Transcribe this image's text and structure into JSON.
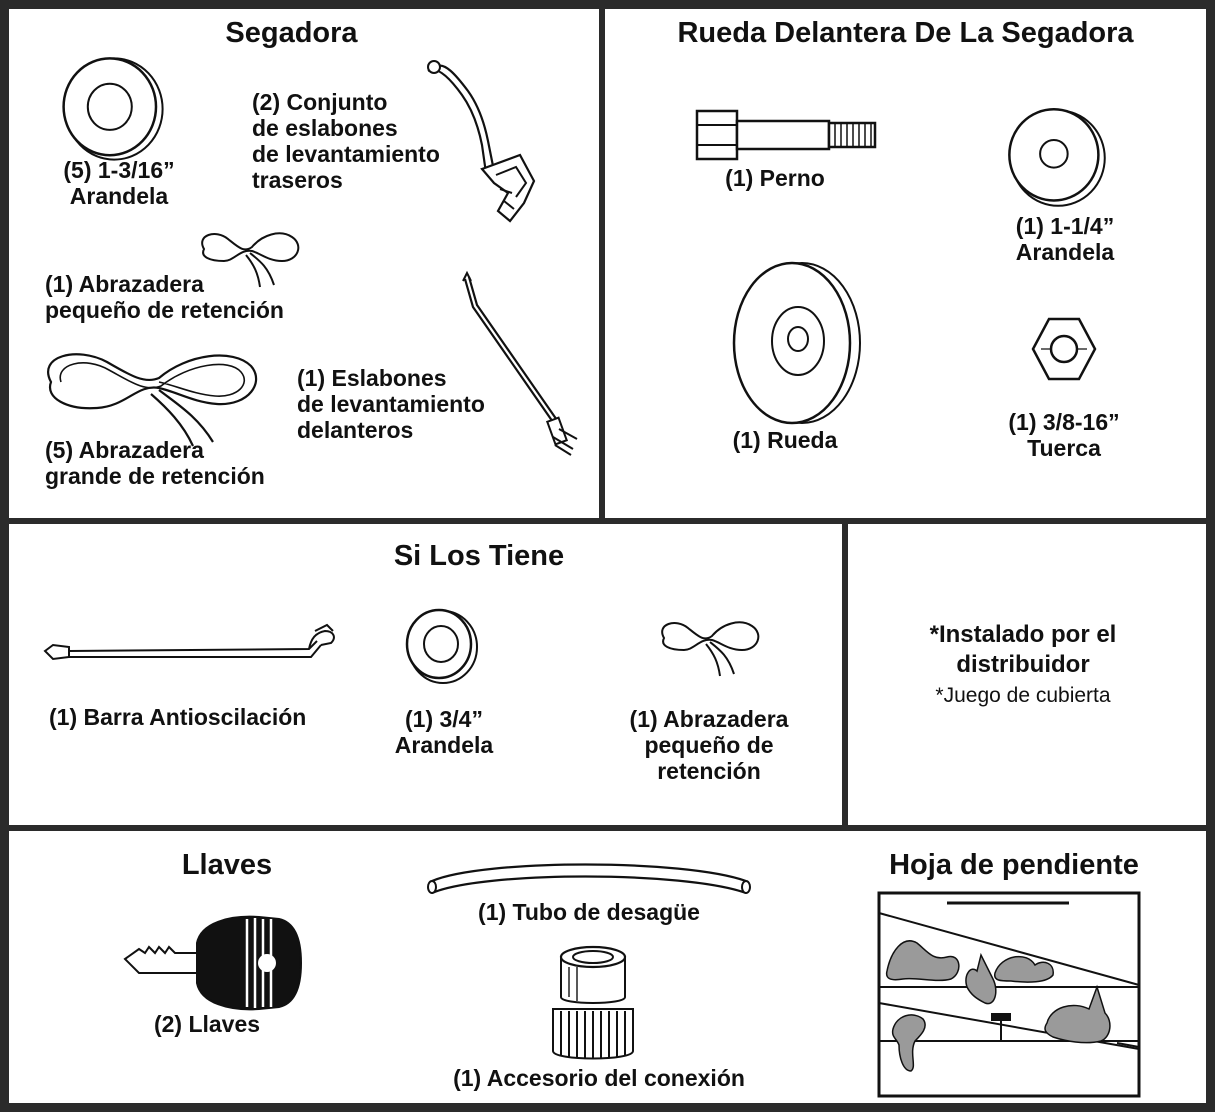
{
  "segadora": {
    "title": "Segadora",
    "washer_label": "(5) 1-3/16”\nArandela",
    "rear_links_label": "(2) Conjunto\n de eslabones\n de levantamiento\n traseros",
    "small_clip_label": "(1) Abrazadera\npequeño de retención",
    "large_clip_label": "(5) Abrazadera\n grande de retención",
    "front_links_label": "(1) Eslabones\n de levantamiento\n delanteros"
  },
  "rueda_delantera": {
    "title": "Rueda Delantera De La Segadora",
    "bolt_label": "(1) Perno",
    "washer_label": "(1) 1-1/4”\nArandela",
    "wheel_label": "(1) Rueda",
    "nut_label": "(1) 3/8-16”\nTuerca"
  },
  "si_los_tiene": {
    "title": "Si Los Tiene",
    "bar_label": "(1) Barra Antioscilación",
    "washer_label": "(1) 3/4”\nArandela",
    "clip_label": "(1) Abrazadera\npequeño de\nretención"
  },
  "distribuidor": {
    "installed_label": "*Instalado por el\ndistribuidor",
    "kit_label": "*Juego de cubierta"
  },
  "llaves": {
    "title": "Llaves",
    "keys_label": "(2) Llaves"
  },
  "desague": {
    "tube_label": "(1) Tubo de desagüe",
    "fitting_label": "(1) Accesorio del conexión"
  },
  "pendiente": {
    "title": "Hoja de pendiente"
  },
  "colors": {
    "frame": "#2b2b2b",
    "line": "#111111",
    "fill_gray": "#9a9a9a",
    "background": "#ffffff"
  }
}
